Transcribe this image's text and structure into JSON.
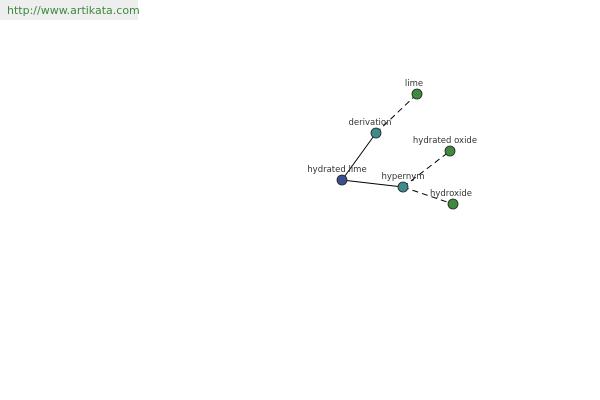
{
  "header": {
    "url": "http://www.artikata.com"
  },
  "graph": {
    "nodes": {
      "hydrated_lime": {
        "label": "hydrated lime",
        "color": "#3b4f8c"
      },
      "derivation": {
        "label": "derivation",
        "color": "#3f8a8a"
      },
      "hypernym": {
        "label": "hypernym",
        "color": "#3f8a8a"
      },
      "lime": {
        "label": "lime",
        "color": "#3f8a3f"
      },
      "hydrated_oxide": {
        "label": "hydrated oxide",
        "color": "#3f8a3f"
      },
      "hydroxide": {
        "label": "hydroxide",
        "color": "#3f8a3f"
      }
    }
  }
}
